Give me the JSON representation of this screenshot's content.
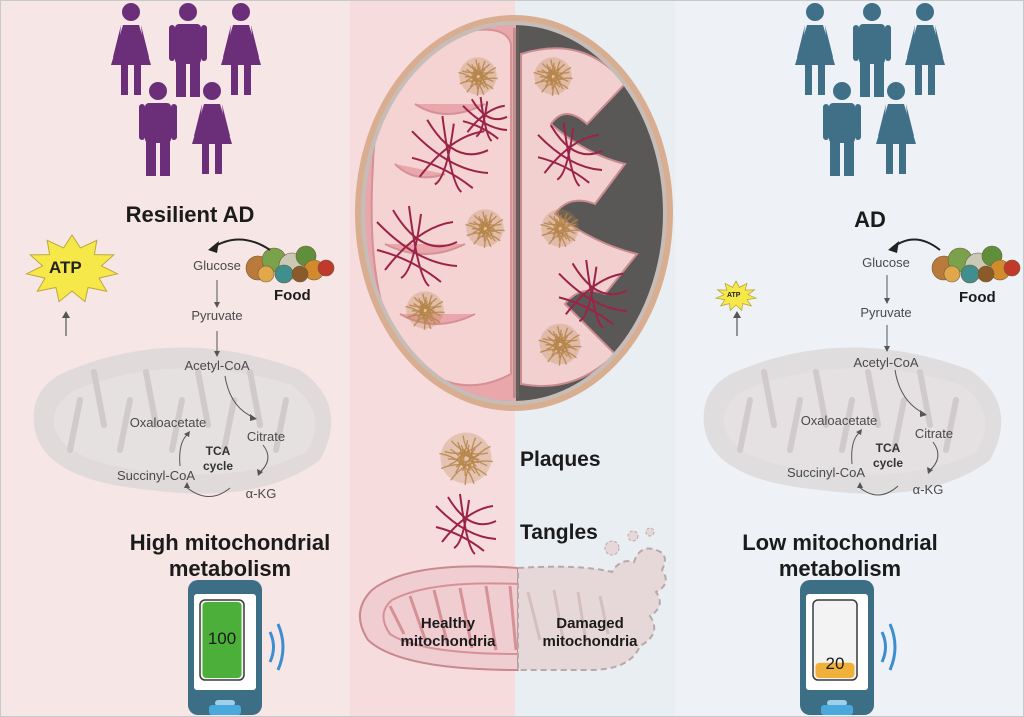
{
  "left": {
    "group_title": "Resilient AD",
    "atp": "ATP",
    "food": "Food",
    "pathway": {
      "glucose": "Glucose",
      "pyruvate": "Pyruvate",
      "acetyl": "Acetyl-CoA",
      "oxaloacetate": "Oxaloacetate",
      "citrate": "Citrate",
      "tca_line1": "TCA",
      "tca_line2": "cycle",
      "succinyl": "Succinyl-CoA",
      "akg": "α-KG"
    },
    "metabolism_line1": "High mitochondrial",
    "metabolism_line2": "metabolism",
    "battery_value": "100",
    "battery_level": 1.0,
    "people_color": "#6b2f79",
    "battery_color": "#4caf3a"
  },
  "right": {
    "group_title": "AD",
    "atp": "ATP",
    "food": "Food",
    "pathway": {
      "glucose": "Glucose",
      "pyruvate": "Pyruvate",
      "acetyl": "Acetyl-CoA",
      "oxaloacetate": "Oxaloacetate",
      "citrate": "Citrate",
      "tca_line1": "TCA",
      "tca_line2": "cycle",
      "succinyl": "Succinyl-CoA",
      "akg": "α-KG"
    },
    "metabolism_line1": "Low mitochondrial",
    "metabolism_line2": "metabolism",
    "battery_value": "20",
    "battery_level": 0.2,
    "people_color": "#3f7088",
    "battery_color": "#f0b13a"
  },
  "center": {
    "legend_plaques": "Plaques",
    "legend_tangles": "Tangles",
    "healthy_line1": "Healthy",
    "healthy_line2": "mitochondria",
    "damaged_line1": "Damaged",
    "damaged_line2": "mitochondria",
    "plaque_color": "#b6864a",
    "tangle_color": "#9c2348"
  }
}
